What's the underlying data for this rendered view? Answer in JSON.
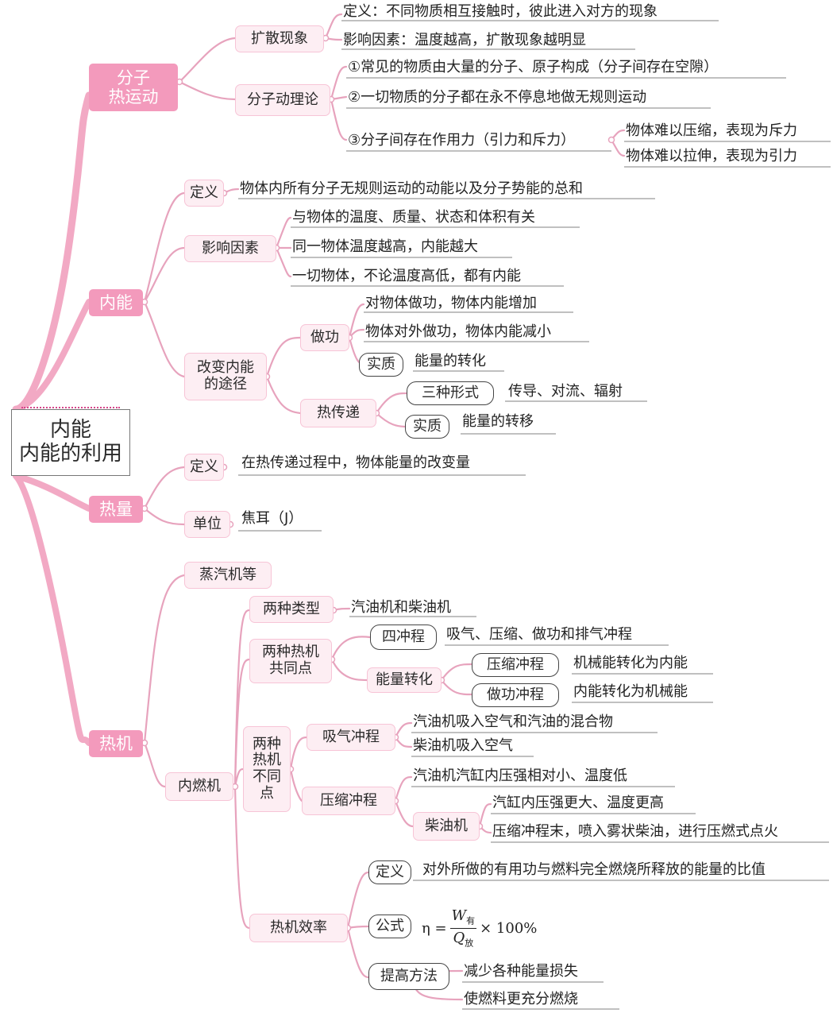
{
  "colors": {
    "accent": "#f39abc",
    "line": "#e7a3bd",
    "underline": "#999999"
  },
  "root": {
    "line1": "内能",
    "line2": "内能的利用"
  },
  "s1": {
    "title_l1": "分子",
    "title_l2": "热运动",
    "diffusion": {
      "label": "扩散现象",
      "definition": "定义：不同物质相互接触时，彼此进入对方的现象",
      "factor": "影响因素：温度越高，扩散现象越明显"
    },
    "kinetic": {
      "label": "分子动理论",
      "p1": "①常见的物质由大量的分子、原子构成（分子间存在空隙）",
      "p2": "②一切物质的分子都在永不停息地做无规则运动",
      "p3": "③分子间存在作用力（引力和斥力）",
      "p3a": "物体难以压缩，表现为斥力",
      "p3b": "物体难以拉伸，表现为引力"
    }
  },
  "s2": {
    "title": "内能",
    "def": {
      "label": "定义",
      "text": "物体内所有分子无规则运动的动能以及分子势能的总和"
    },
    "factors": {
      "label": "影响因素",
      "f1": "与物体的温度、质量、状态和体积有关",
      "f2": "同一物体温度越高，内能越大",
      "f3": "一切物体，不论温度高低，都有内能"
    },
    "ways": {
      "label_l1": "改变内能",
      "label_l2": "的途径",
      "work": {
        "label": "做功",
        "w1": "对物体做功，物体内能增加",
        "w2": "物体对外做功，物体内能减小",
        "essence_label": "实质",
        "essence": "能量的转化"
      },
      "heat": {
        "label": "热传递",
        "forms_label": "三种形式",
        "forms": "传导、对流、辐射",
        "essence_label": "实质",
        "essence": "能量的转移"
      }
    }
  },
  "s3": {
    "title": "热量",
    "def": {
      "label": "定义",
      "text": "在热传递过程中，物体能量的改变量"
    },
    "unit": {
      "label": "单位",
      "text": "焦耳（J）"
    }
  },
  "s4": {
    "title": "热机",
    "steam": "蒸汽机等",
    "ice": "内燃机",
    "types": {
      "label": "两种类型",
      "text": "汽油机和柴油机"
    },
    "common": {
      "label_l1": "两种热机",
      "label_l2": "共同点",
      "strokes_label": "四冲程",
      "strokes": "吸气、压缩、做功和排气冲程",
      "energy_label": "能量转化",
      "compress_label": "压缩冲程",
      "compress": "机械能转化为内能",
      "power_label": "做功冲程",
      "power": "内能转化为机械能"
    },
    "diff": {
      "label_l1": "两种",
      "label_l2": "热机",
      "label_l3": "不同",
      "label_l4": "点",
      "intake_label": "吸气冲程",
      "intake_gas": "汽油机吸入空气和汽油的混合物",
      "intake_diesel": "柴油机吸入空气",
      "compress_label": "压缩冲程",
      "compress_gas": "汽油机汽缸内压强相对小、温度低",
      "diesel_label": "柴油机",
      "diesel_1": "汽缸内压强更大、温度更高",
      "diesel_2": "压缩冲程末，喷入雾状柴油，进行压燃式点火"
    },
    "efficiency": {
      "label": "热机效率",
      "def_label": "定义",
      "def": "对外所做的有用功与燃料完全燃烧所释放的能量的比值",
      "formula_label": "公式",
      "eta": "η =",
      "num": "W",
      "num_sub": "有",
      "den": "Q",
      "den_sub": "放",
      "times": "× 100%",
      "improve_label": "提高方法",
      "improve_1": "减少各种能量损失",
      "improve_2": "使燃料更充分燃烧"
    }
  }
}
